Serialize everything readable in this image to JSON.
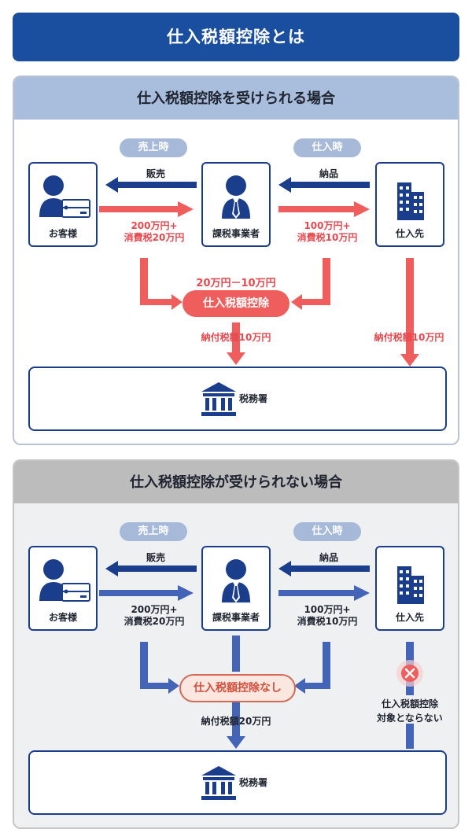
{
  "title": "仕入税額控除とは",
  "colors": {
    "title_bg": "#1a4fa0",
    "red_arrow": "#ef5d5c",
    "dark_blue_arrow": "#1a3d8c",
    "blue_arrow": "#4464b8",
    "panel1_bg": "#ffffff",
    "panel1_head": "#a8bedc",
    "panel2_bg": "#eef0f2",
    "panel2_head": "#bcbcbc"
  },
  "panel1": {
    "heading": "仕入税額控除を受けられる場合",
    "pill_left": "売上時",
    "pill_right": "仕入時",
    "customer_label": "お客様",
    "business_label": "課税事業者",
    "supplier_label": "仕入先",
    "sales_label": "販売",
    "delivery_label": "納品",
    "left_amount_1": "200万円+",
    "left_amount_2": "消費税20万円",
    "right_amount_1": "100万円+",
    "right_amount_2": "消費税10万円",
    "calc_text": "20万円－10万円",
    "deduction_label": "仕入税額控除",
    "pay_center": "納付税額10万円",
    "pay_right": "納付税額10万円",
    "tax_office_label": "税務署"
  },
  "panel2": {
    "heading": "仕入税額控除が受けられない場合",
    "pill_left": "売上時",
    "pill_right": "仕入時",
    "customer_label": "お客様",
    "business_label": "課税事業者",
    "supplier_label": "仕入先",
    "sales_label": "販売",
    "delivery_label": "納品",
    "left_amount_1": "200万円+",
    "left_amount_2": "消費税20万円",
    "right_amount_1": "100万円+",
    "right_amount_2": "消費税10万円",
    "deduction_label": "仕入税額控除なし",
    "pay_center": "納付税額20万円",
    "not_eligible_1": "仕入税額控除",
    "not_eligible_2": "対象とならない",
    "tax_office_label": "税務署"
  },
  "icons": [
    "person-icon",
    "card-icon",
    "businessman-icon",
    "building-icon",
    "tax-office-icon",
    "x-mark-icon"
  ]
}
